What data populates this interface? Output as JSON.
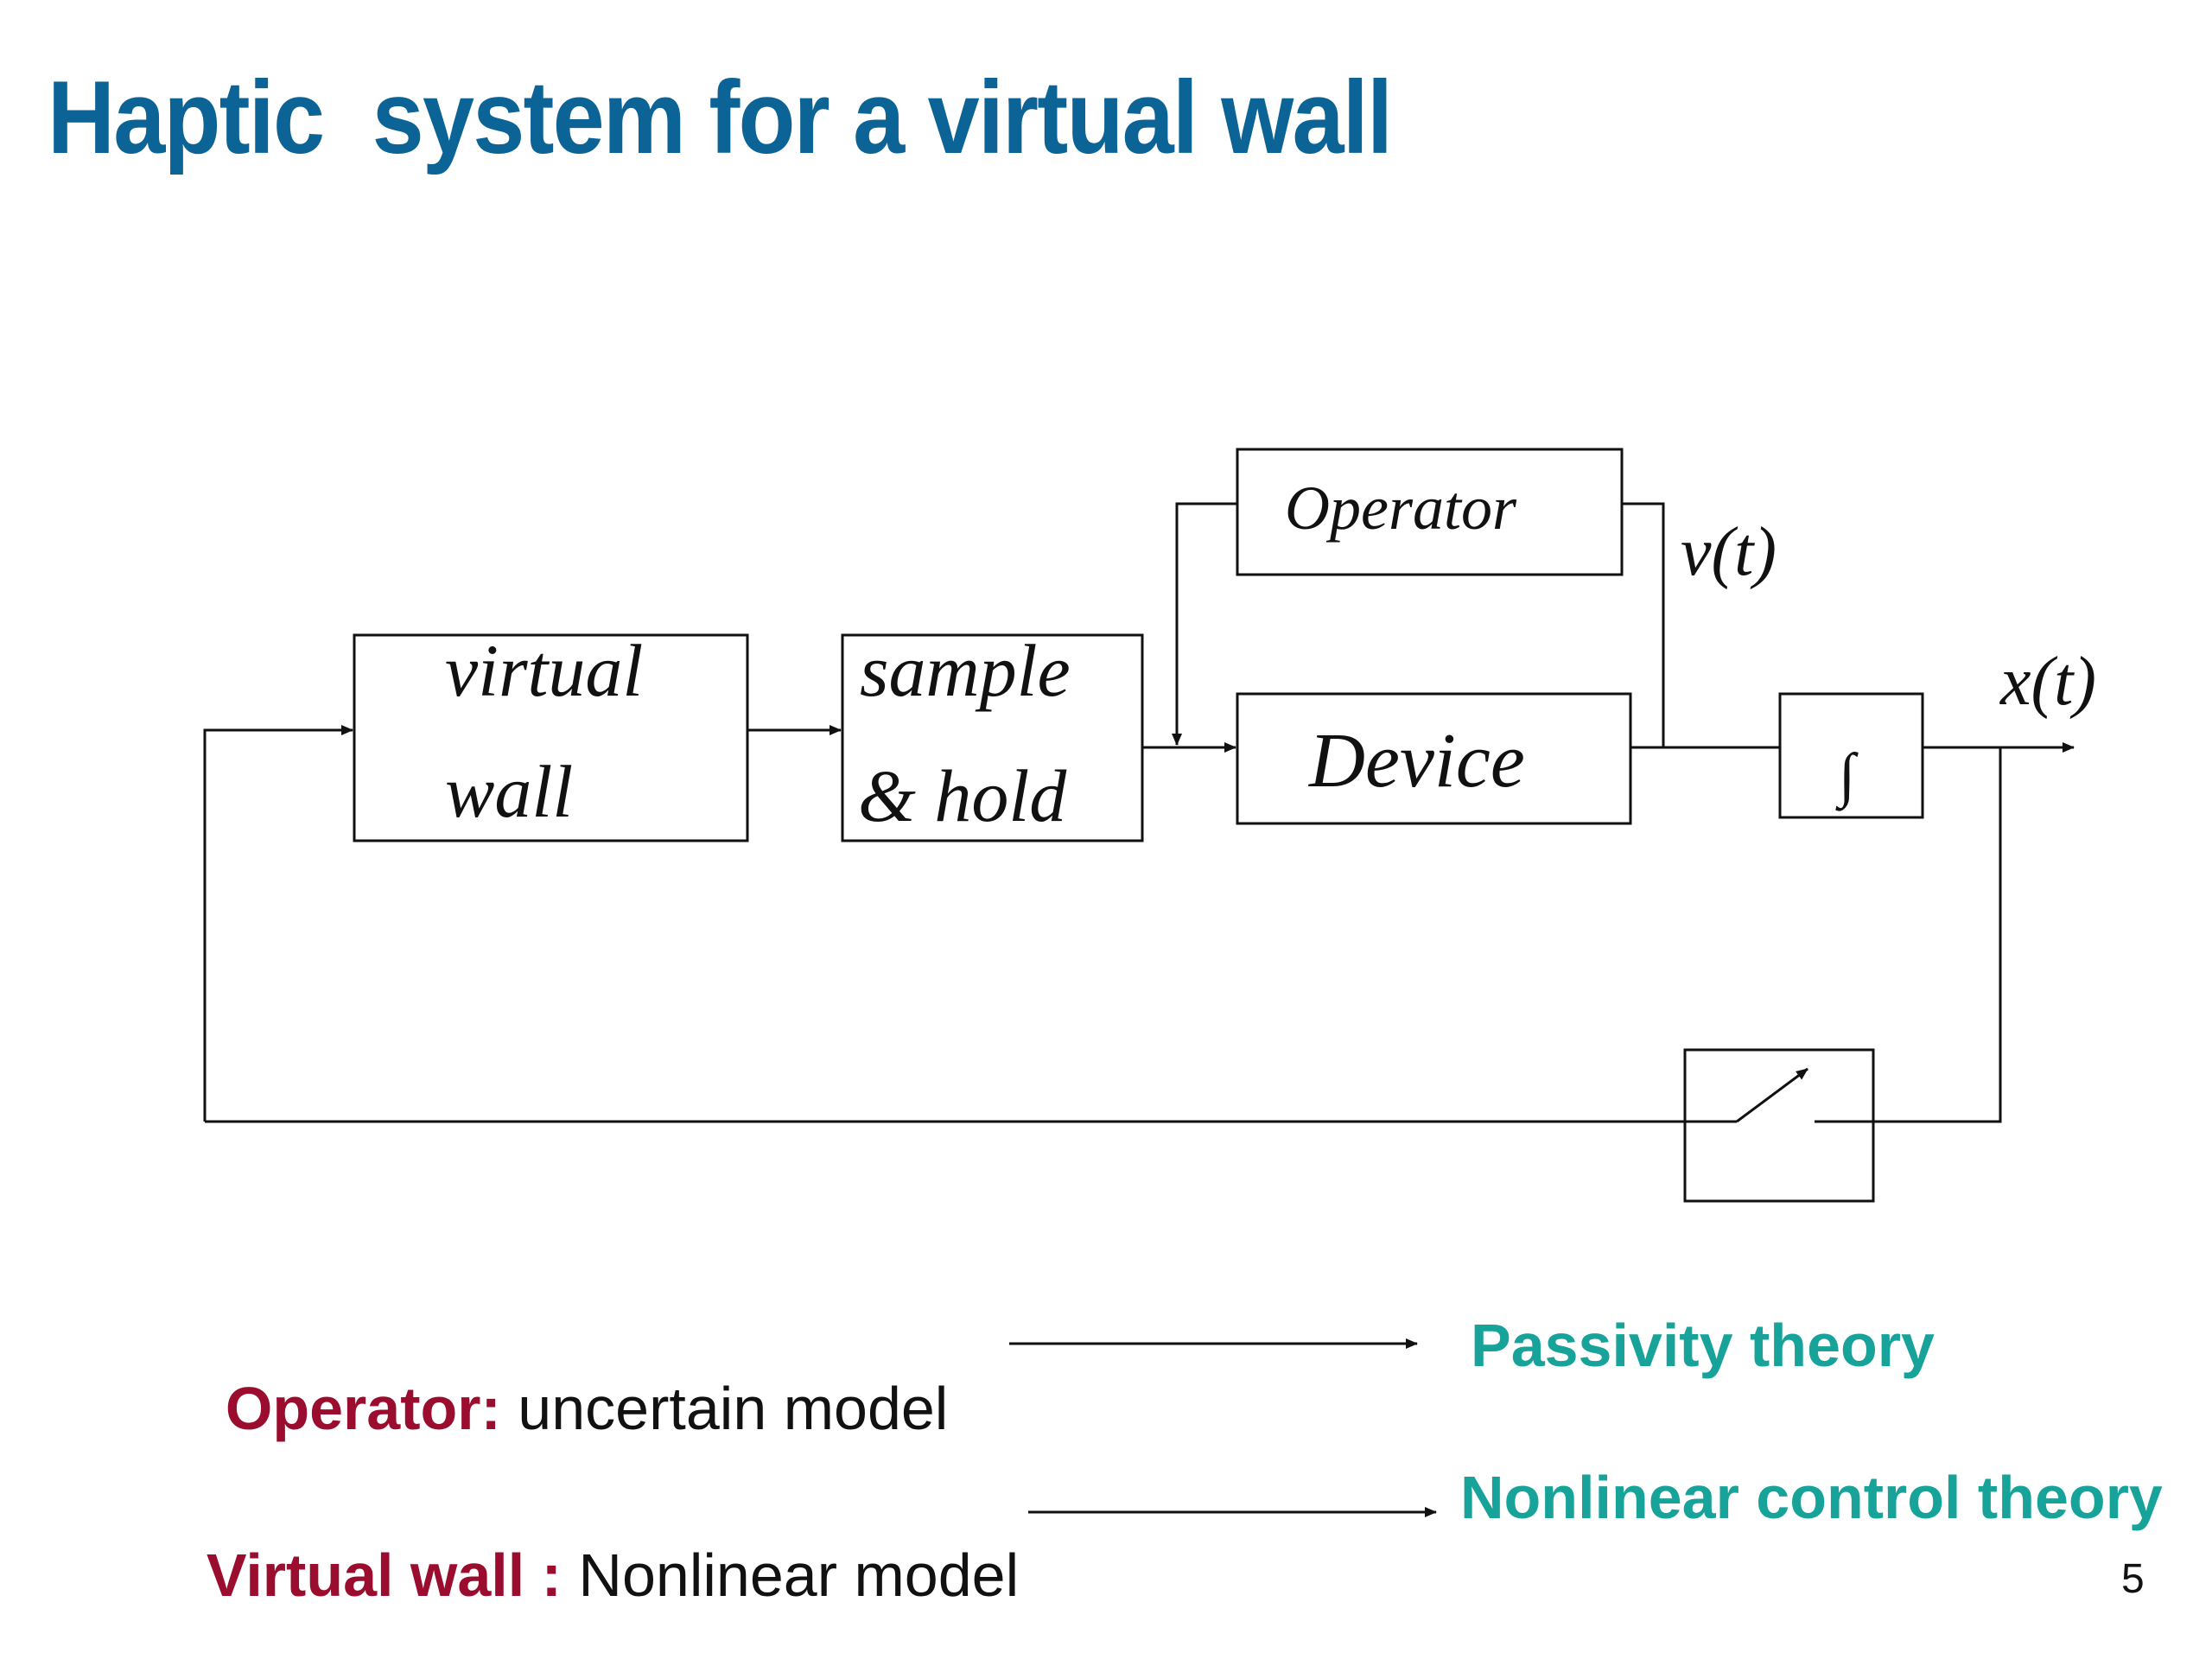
{
  "slide": {
    "title": "Haptic  system for a virtual wall",
    "page_number": "5"
  },
  "diagram": {
    "blocks": {
      "virtual_wall_line1": "virtual",
      "virtual_wall_line2": "wall",
      "sample_hold_line1": "sample",
      "sample_hold_line2": "& hold",
      "operator": "Operator",
      "device": "Device",
      "integrator_symbol": "∫"
    },
    "signals": {
      "velocity": "v(t)",
      "position": "x(t)"
    }
  },
  "notes": [
    {
      "term": "Operator:",
      "model": " uncertain model",
      "theory": "Passivity theory"
    },
    {
      "term": "Virtual wall : ",
      "model": "Nonlinear model",
      "theory": "Nonlinear control theory"
    }
  ],
  "colors": {
    "title": "#0b6396",
    "term": "#9b0d2e",
    "theory": "#17a39a"
  }
}
